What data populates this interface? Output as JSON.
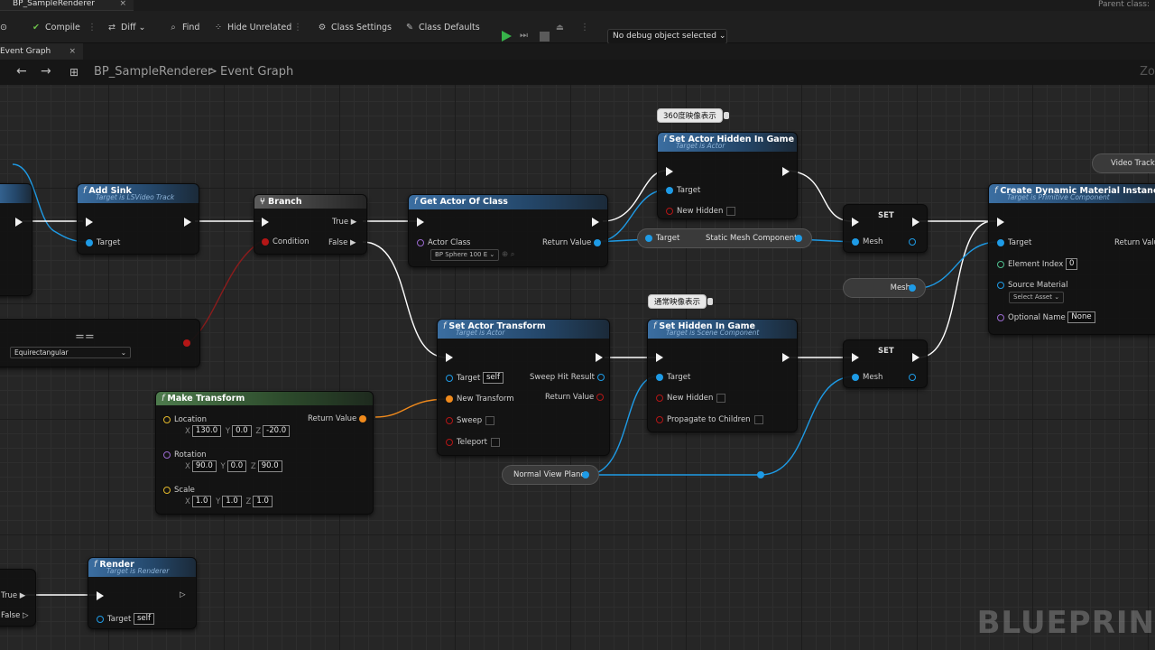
{
  "window": {
    "tab_title": "BP_SampleRenderer",
    "tab_close": "×",
    "parent_class": "Parent class:"
  },
  "toolbar": {
    "compile": "Compile",
    "diff": "Diff",
    "find": "Find",
    "hide_unrelated": "Hide Unrelated",
    "class_settings": "Class Settings",
    "class_defaults": "Class Defaults",
    "debug_object": "No debug object selected"
  },
  "subtab": {
    "label": "Event Graph",
    "close": "×"
  },
  "breadcrumb": {
    "root": "BP_SampleRenderer",
    "separator": ">",
    "current": "Event Graph",
    "zoom": "Zo"
  },
  "nodes": {
    "add_sink": {
      "title": "Add Sink",
      "subtitle": "Target is LSVideo Track",
      "target": "Target"
    },
    "branch": {
      "title": "Branch",
      "condition": "Condition",
      "true": "True",
      "false": "False"
    },
    "get_actor": {
      "title": "Get Actor Of Class",
      "actor_class": "Actor Class",
      "actor_class_value": "BP Sphere 100 E",
      "return_value": "Return Value"
    },
    "set_actor_hidden": {
      "title": "Set Actor Hidden In Game",
      "subtitle": "Target is Actor",
      "target": "Target",
      "new_hidden": "New Hidden"
    },
    "set1": {
      "title": "SET",
      "mesh": "Mesh"
    },
    "static_mesh": {
      "target": "Target",
      "label": "Static Mesh Component"
    },
    "create_dmi": {
      "title": "Create Dynamic Material Instance",
      "subtitle": "Target is Primitive Component",
      "target": "Target",
      "return_value": "Return Value",
      "element_index": "Element Index",
      "element_index_value": "0",
      "source_material": "Source Material",
      "source_material_value": "Select Asset",
      "optional_name": "Optional Name",
      "optional_name_value": "None"
    },
    "video_track": {
      "label": "Video Track"
    },
    "mesh_var": {
      "label": "Mesh"
    },
    "enum_node": {
      "value": "Equirectangular",
      "title": "=="
    },
    "set_actor_transform": {
      "title": "Set Actor Transform",
      "subtitle": "Target is Actor",
      "target": "Target",
      "target_value": "self",
      "new_transform": "New Transform",
      "sweep": "Sweep",
      "teleport": "Teleport",
      "sweep_hit": "Sweep Hit Result",
      "return_value": "Return Value"
    },
    "set_hidden": {
      "title": "Set Hidden In Game",
      "subtitle": "Target is Scene Component",
      "target": "Target",
      "new_hidden": "New Hidden",
      "propagate": "Propagate to Children"
    },
    "set2": {
      "title": "SET",
      "mesh": "Mesh"
    },
    "make_transform": {
      "title": "Make Transform",
      "location": "Location",
      "rotation": "Rotation",
      "scale": "Scale",
      "return_value": "Return Value",
      "loc": [
        "130.0",
        "0.0",
        "-20.0"
      ],
      "rot": [
        "90.0",
        "0.0",
        "90.0"
      ],
      "scl": [
        "1.0",
        "1.0",
        "1.0"
      ],
      "ax": [
        "X",
        "Y",
        "Z"
      ]
    },
    "normal_view": {
      "label": "Normal View Plane"
    },
    "render": {
      "title": "Render",
      "subtitle": "Target is Renderer",
      "target": "Target",
      "target_value": "self"
    },
    "left_branch": {
      "true": "True",
      "false": "False"
    }
  },
  "comments": {
    "c360": "360度映像表示",
    "normal": "通常映像表示"
  },
  "watermark": "BLUEPRIN"
}
